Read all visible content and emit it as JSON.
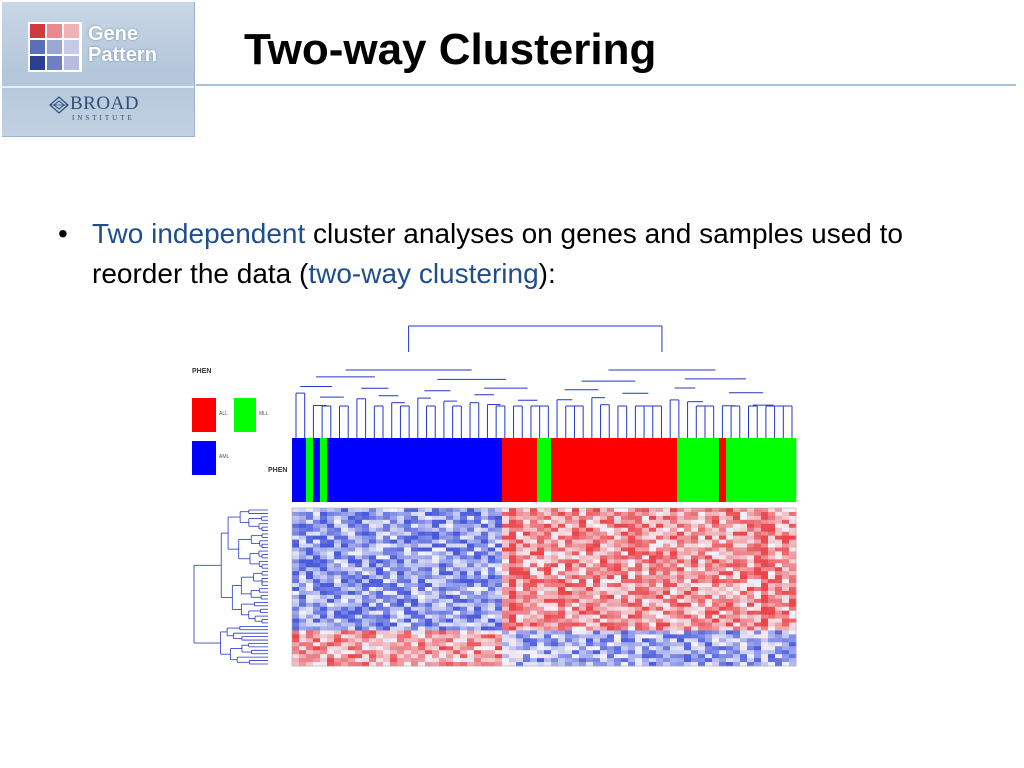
{
  "logo": {
    "word_line1": "Gene",
    "word_line2": "Pattern",
    "org_name": "BROAD",
    "org_sub": "INSTITUTE",
    "mark_colors": [
      "#cf3a3f",
      "#e98a8f",
      "#f0b3b5",
      "#5b6fb5",
      "#9aa6d6",
      "#c5cbe7",
      "#2c3f8f",
      "#6e7fc2",
      "#b8bde0"
    ]
  },
  "title": "Two-way Clustering",
  "bullet": {
    "marker": "•",
    "part1": "Two independent",
    "part2": " cluster analyses on genes and samples used to reorder the data (",
    "part3": "two-way clustering",
    "part4": "):"
  },
  "figure": {
    "legend_title": "PHEN",
    "legend": [
      {
        "label": "ALL",
        "color": "#ff0000"
      },
      {
        "label": "MLL",
        "color": "#00ff00"
      },
      {
        "label": "AML",
        "color": "#0000ff"
      }
    ],
    "band_label": "PHEN",
    "phenotype_band": [
      {
        "label": "AML",
        "units": 2
      },
      {
        "label": "MLL",
        "units": 1
      },
      {
        "label": "AML",
        "units": 1
      },
      {
        "label": "MLL",
        "units": 1
      },
      {
        "label": "AML",
        "units": 25
      },
      {
        "label": "ALL",
        "units": 5
      },
      {
        "label": "MLL",
        "units": 2
      },
      {
        "label": "ALL",
        "units": 18
      },
      {
        "label": "MLL",
        "units": 6
      },
      {
        "label": "ALL",
        "units": 1
      },
      {
        "label": "MLL",
        "units": 10
      }
    ],
    "colors": {
      "low": "#2b3fd6",
      "high": "#e8262b",
      "mid": "#f4f4fa",
      "dendrogram": "#2337c8"
    }
  }
}
